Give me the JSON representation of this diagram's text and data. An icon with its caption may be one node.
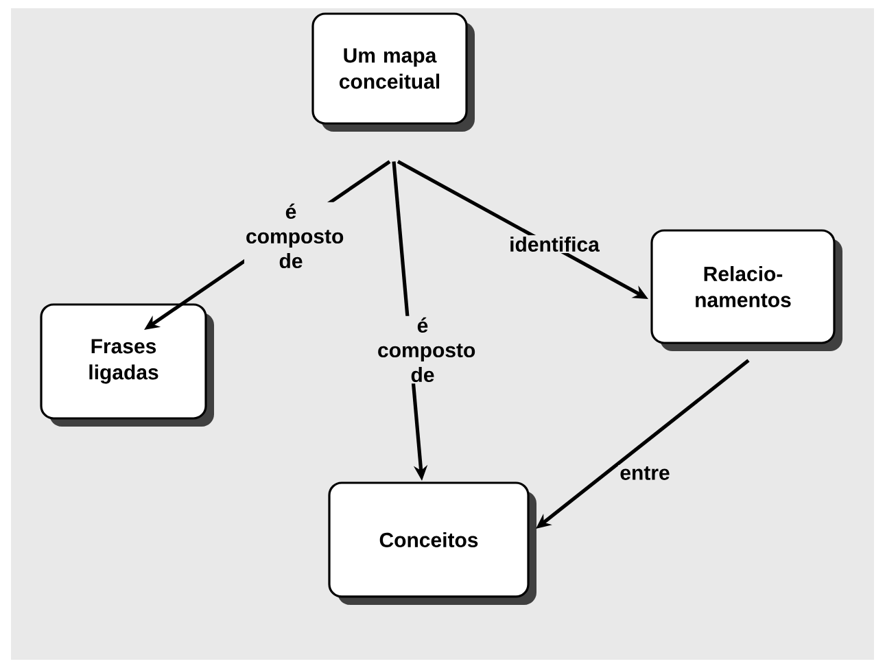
{
  "diagram": {
    "nodes": [
      {
        "text": [
          "Um mapa conceitual"
        ]
      },
      {
        "text": [
          "Frases ligadas"
        ]
      },
      {
        "text": [
          "Relacio- namentos"
        ]
      },
      {
        "text": [
          "Conceitos"
        ]
      }
    ],
    "edges": [
      {
        "from": 0,
        "to": 1,
        "arrow": "to",
        "label": "é composto de"
      },
      {
        "from": 0,
        "to": 3,
        "arrow": "to",
        "label": "é composto de"
      },
      {
        "from": 0,
        "to": 2,
        "arrow": "to",
        "label": "identifica"
      },
      {
        "from": 2,
        "to": 3,
        "arrow": "to",
        "label": "entre"
      }
    ]
  }
}
